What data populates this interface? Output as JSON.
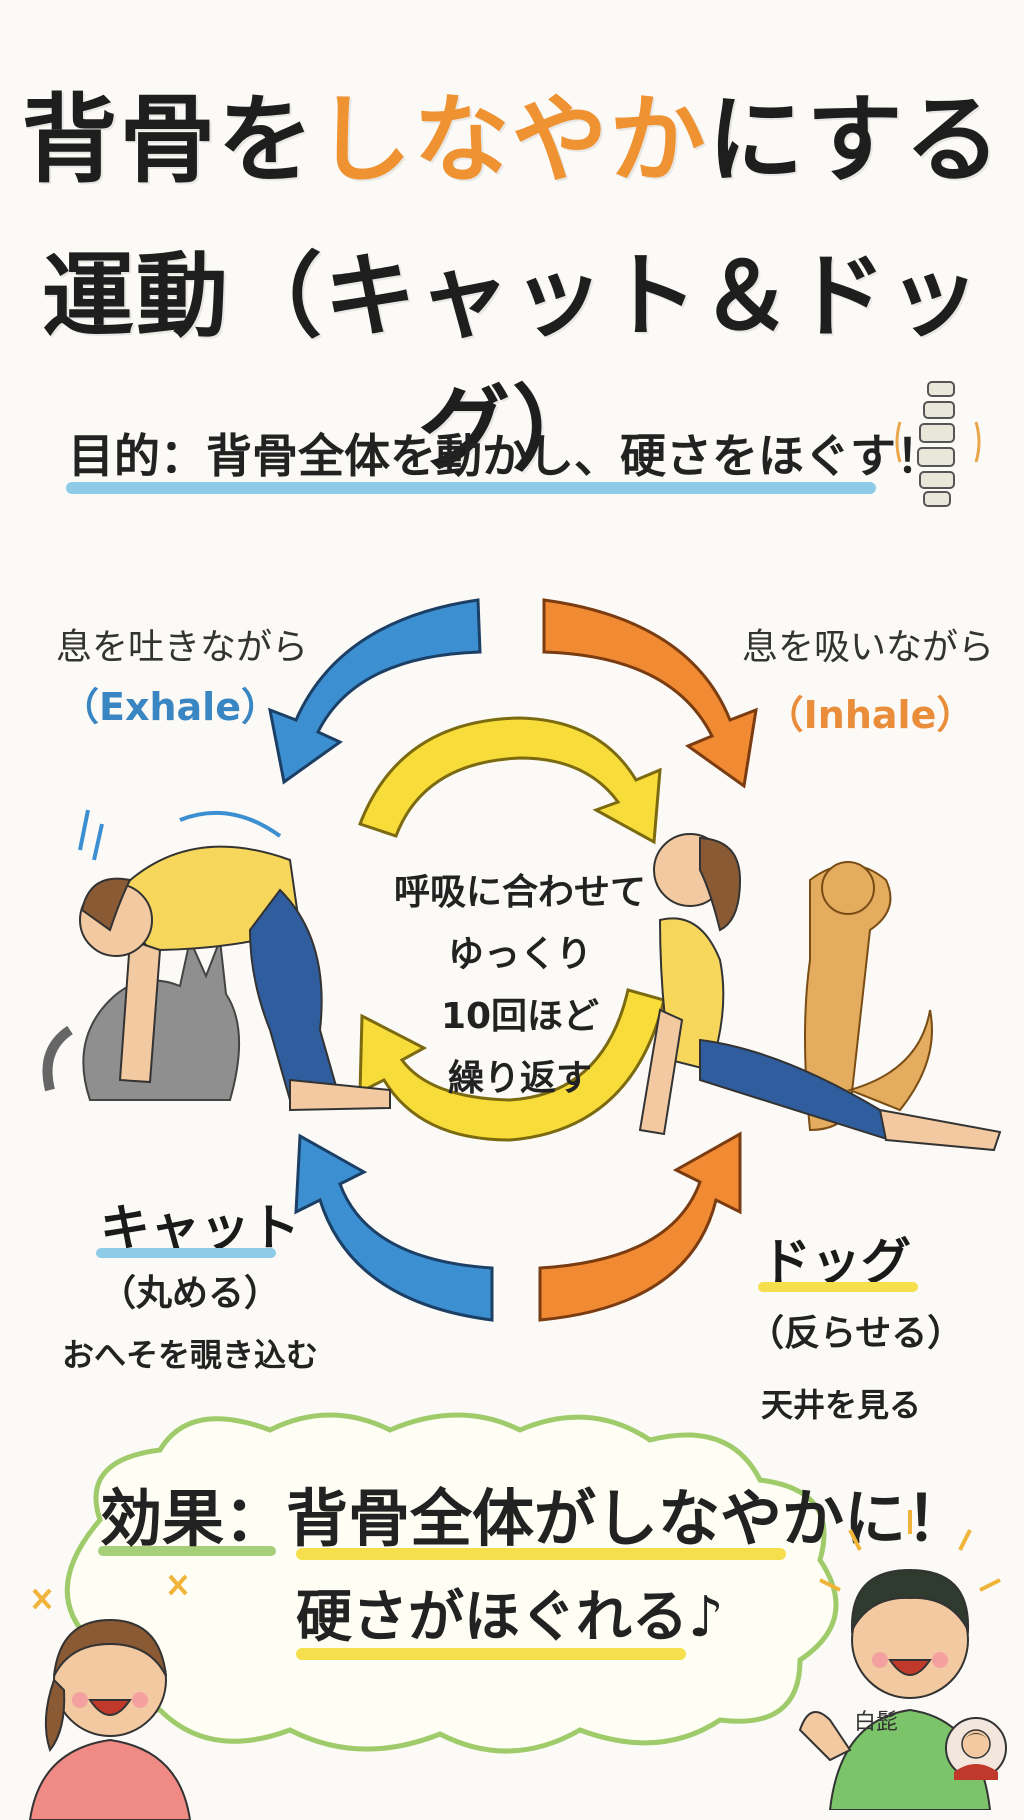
{
  "title": {
    "line1_a": "背骨を",
    "line1_accent": "しなやか",
    "line1_b": "にする",
    "line2": "運動（キャット＆ドッグ）"
  },
  "purpose": "目的：背骨全体を動かし、硬さをほぐす！",
  "exhale": {
    "jp": "息を吐きながら",
    "en": "（Exhale）"
  },
  "inhale": {
    "jp": "息を吸いながら",
    "en": "（Inhale）"
  },
  "center": {
    "line1": "呼吸に合わせて",
    "line2": "ゆっくり",
    "line3": "10回ほど",
    "line4": "繰り返す"
  },
  "cat": {
    "name": "キャット",
    "sub": "（丸める）",
    "desc": "おへそを覗き込む"
  },
  "dog": {
    "name": "ドッグ",
    "sub": "（反らせる）",
    "desc": "天井を見る"
  },
  "effect": {
    "title": "効果：背骨全体がしなやかに！",
    "line2": "硬さがほぐれる♪"
  },
  "signature": "白髭",
  "colors": {
    "blue_arrow": "#3c8fd0",
    "orange_arrow": "#f08a33",
    "yellow_arrow": "#f7dc3a",
    "accent_text": "#ee9232",
    "exhale": "#3a86c2",
    "inhale": "#e98d3b",
    "purpose_underline": "#8ecbe6",
    "effect_green": "#a6cf7a",
    "effect_yellow": "#f5df4c"
  }
}
